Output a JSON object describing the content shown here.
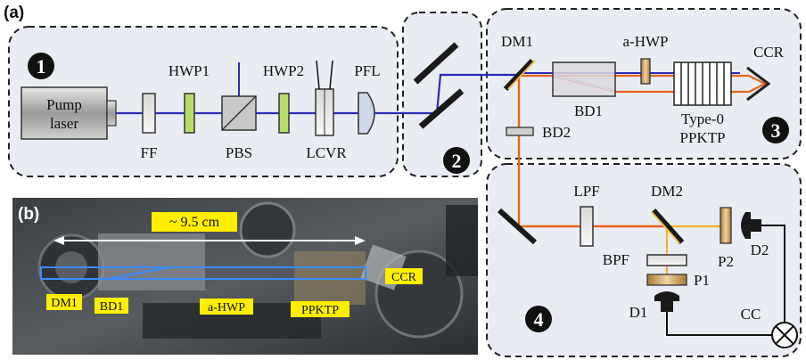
{
  "panel_a": {
    "tag": "(a)",
    "stage_numbers": [
      "1",
      "2",
      "3",
      "4"
    ],
    "labels": {
      "pump_line1": "Pump",
      "pump_line2": "laser",
      "ff": "FF",
      "hwp1": "HWP1",
      "pbs": "PBS",
      "hwp2": "HWP2",
      "lcvr": "LCVR",
      "pfl": "PFL",
      "dm1": "DM1",
      "a_hwp": "a-HWP",
      "ccr": "CCR",
      "bd1": "BD1",
      "bd2": "BD2",
      "type0": "Type-0",
      "ppktp": "PPKTP",
      "lpf": "LPF",
      "dm2": "DM2",
      "bpf": "BPF",
      "p1": "P1",
      "p2": "P2",
      "d1": "D1",
      "d2": "D2",
      "cc": "CC"
    }
  },
  "panel_b": {
    "tag": "(b)",
    "scale": "~ 9.5 cm",
    "labels": {
      "dm1": "DM1",
      "bd1": "BD1",
      "a_hwp": "a-HWP",
      "ppktp": "PPKTP",
      "ccr": "CCR"
    }
  },
  "colors": {
    "pump_beam": "#2b2bb8",
    "signal_beam": "#e8641c",
    "yellow_beam": "#f0b429",
    "panel_bg": "#e9edf3",
    "hwp_green": "#b7dc6a",
    "label_highlight": "#ffee00",
    "photo_beam": "#3a8cff"
  }
}
